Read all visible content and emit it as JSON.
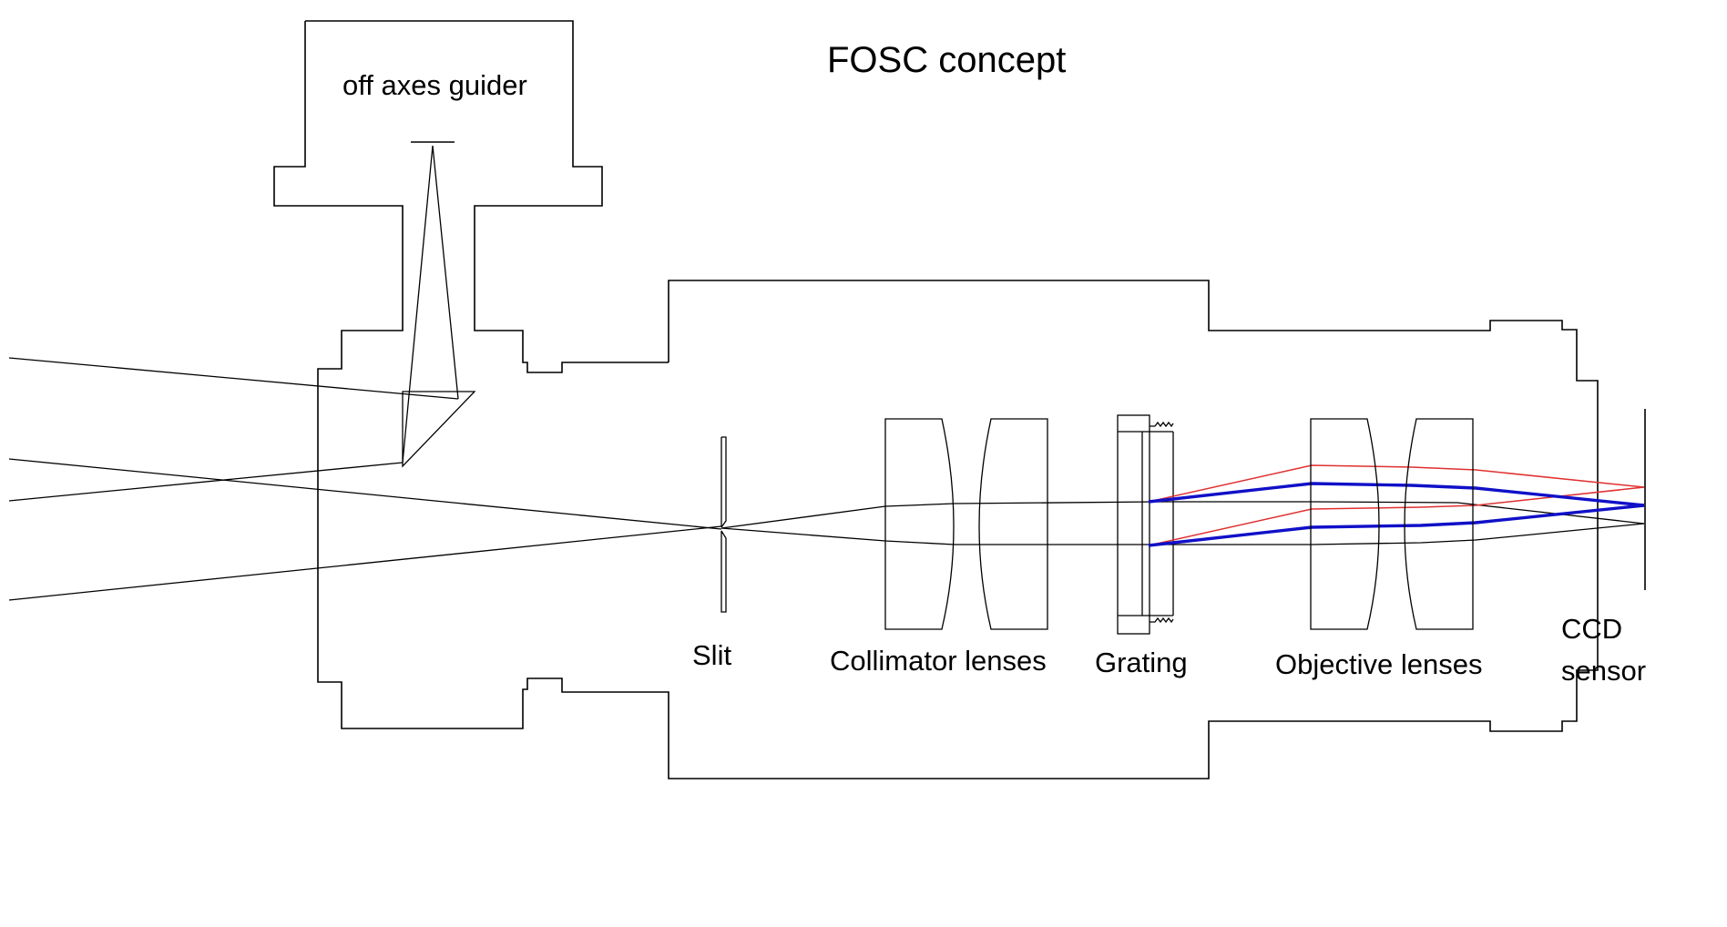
{
  "title": "FOSC concept",
  "labels": {
    "guider": "off axes guider",
    "slit": "Slit",
    "collimator": "Collimator lenses",
    "grating": "Grating",
    "objective": "Objective lenses",
    "ccd_line1": "CCD",
    "ccd_line2": "sensor"
  },
  "colors": {
    "outline": "#000000",
    "red_ray": "#e03030",
    "blue_ray": "#1010c8",
    "background": "#ffffff"
  }
}
